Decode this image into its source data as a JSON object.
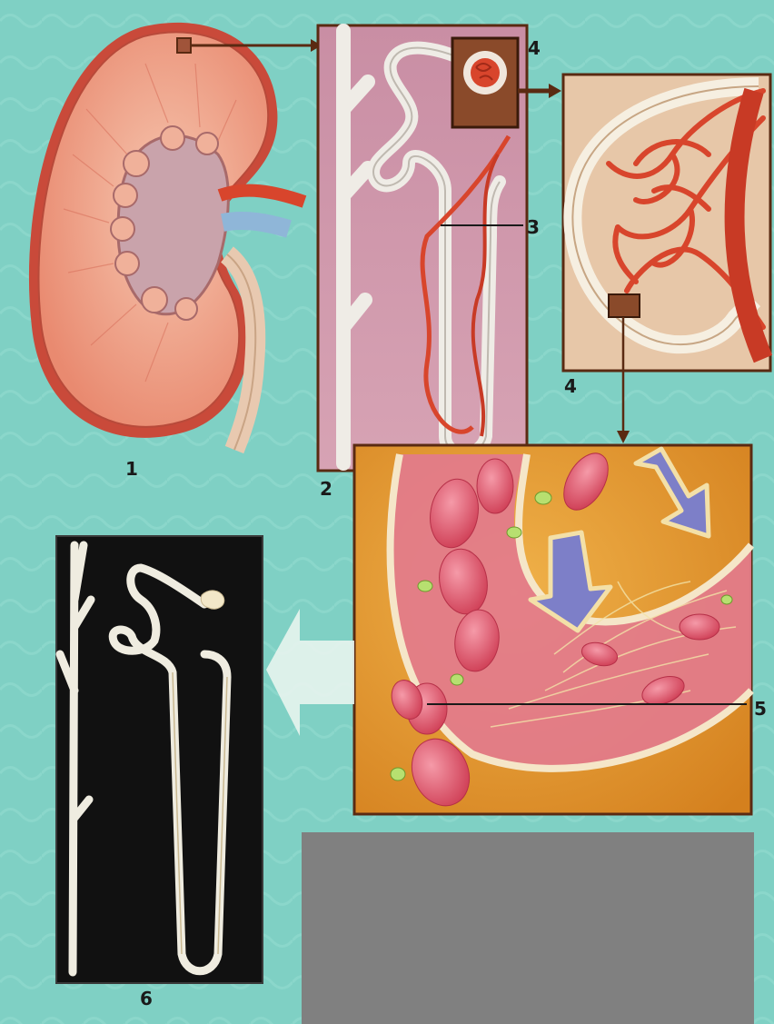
{
  "labels": {
    "kidney": "1",
    "nephron": "2",
    "tubule": "3",
    "glomerulus_box": "4",
    "glomerulus_panel": "4",
    "filtration_membrane": "5",
    "nephron_xray": "6"
  },
  "colors": {
    "background": "#7fd0c4",
    "frame": "#5a2a12",
    "kidney_tissue": "#f2a98e",
    "artery": "#d8452c",
    "vein": "#8fb6d8",
    "nephron_bg": "#c98ea4",
    "tubule": "#ece9e4",
    "capsule_bg": "#e7c7a8",
    "filtration_bg": "#e79a2f",
    "red_cell": "#e05a6e",
    "flow_arrow": "#7d7fc8",
    "xray_bg": "#111111",
    "redaction": "#808080"
  },
  "icons": [
    "zoom-arrow-icon",
    "filtration-arrow-icon",
    "reabsorption-arrow-icon"
  ]
}
